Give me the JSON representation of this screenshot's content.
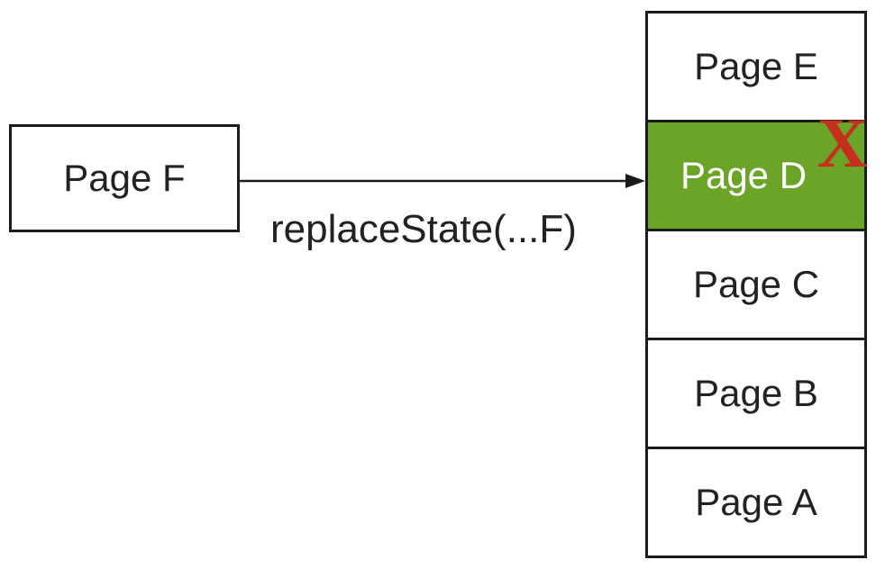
{
  "diagram": {
    "source_box": {
      "label": "Page F"
    },
    "arrow_label": "replaceState(...F)",
    "cross_glyph": "X",
    "stack": [
      {
        "label": "Page E",
        "highlighted": false,
        "crossed_out": false
      },
      {
        "label": "Page D",
        "highlighted": true,
        "crossed_out": true
      },
      {
        "label": "Page C",
        "highlighted": false,
        "crossed_out": false
      },
      {
        "label": "Page B",
        "highlighted": false,
        "crossed_out": false
      },
      {
        "label": "Page A",
        "highlighted": false,
        "crossed_out": false
      }
    ]
  },
  "colors": {
    "highlight_green": "#6ca427",
    "cross_red": "#c62f1d",
    "border": "#1a1a1a",
    "text": "#222222"
  }
}
